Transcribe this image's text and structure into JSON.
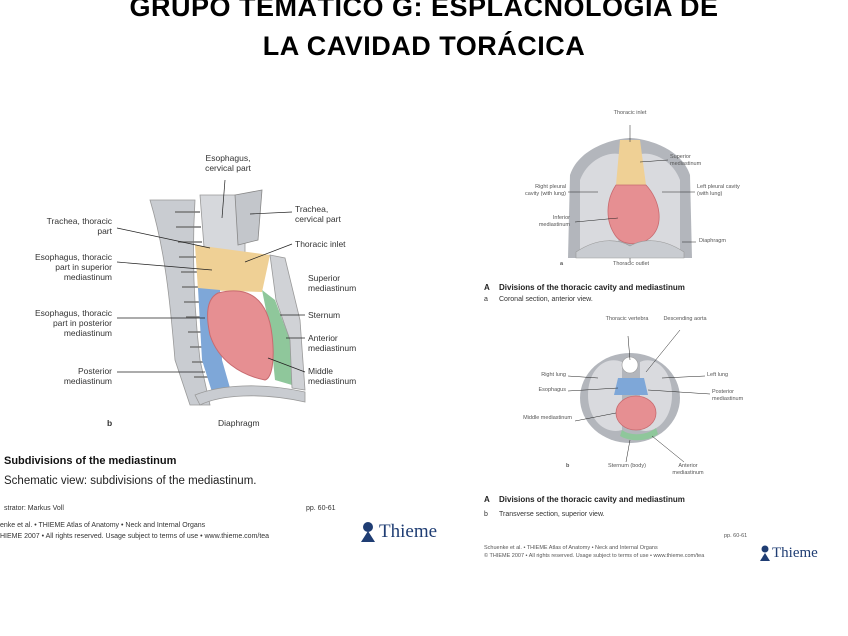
{
  "title": {
    "line1": "GRUPO TEMÁTICO G: ESPLACNOLOGÍA DE",
    "line2": "LA CAVIDAD TORÁCICA"
  },
  "left_figure": {
    "labels": {
      "esophagus_cervical": "Esophagus, cervical part",
      "trachea_thoracic": "Trachea, thoracic part",
      "esophagus_superior": "Esophagus, thoracic part in superior mediastinum",
      "esophagus_posterior": "Esophagus, thoracic part in posterior mediastinum",
      "posterior_mediastinum": "Posterior mediastinum",
      "trachea_cervical": "Trachea, cervical part",
      "thoracic_inlet": "Thoracic inlet",
      "superior_mediastinum": "Superior mediastinum",
      "sternum": "Sternum",
      "anterior_mediastinum": "Anterior mediastinum",
      "middle_mediastinum": "Middle mediastinum",
      "diaphragm": "Diaphragm",
      "panel_letter": "b"
    },
    "caption_title": "Subdivisions of the mediastinum",
    "caption_text": "Schematic view: subdivisions of the mediastinum.",
    "illustrator": "strator: Markus Voll",
    "pages": "pp. 60-61",
    "credit1": "enke et al. • THIEME Atlas of Anatomy • Neck and Internal Organs",
    "credit2": "HIEME 2007 • All rights reserved. Usage subject to terms of use • www.thieme.com/tea",
    "logo": "Thieme"
  },
  "right_top_figure": {
    "labels": {
      "thoracic_inlet": "Thoracic inlet",
      "superior_mediastinum": "Superior mediastinum",
      "right_pleural": "Right pleural cavity (with lung)",
      "left_pleural": "Left pleural cavity (with lung)",
      "inferior_mediastinum": "Inferior mediastinum",
      "diaphragm": "Diaphragm",
      "thoracic_outlet": "Thoracic outlet",
      "panel_letter": "a"
    },
    "caption_title": "Divisions of the thoracic cavity and mediastinum",
    "caption_letter": "A",
    "caption_sub_letter": "a",
    "caption_text": "Coronal section, anterior view."
  },
  "right_bottom_figure": {
    "labels": {
      "thoracic_vertebra": "Thoracic vertebra",
      "descending_aorta": "Descending aorta",
      "right_lung": "Right lung",
      "left_lung": "Left lung",
      "esophagus": "Esophagus",
      "posterior_mediastinum": "Posterior mediastinum",
      "middle_mediastinum": "Middle mediastinum",
      "sternum": "Sternum (body)",
      "anterior_mediastinum": "Anterior mediastinum",
      "panel_letter": "b"
    },
    "caption_letter": "A",
    "caption_title": "Divisions of the thoracic cavity and mediastinum",
    "caption_sub_letter": "b",
    "caption_text": "Transverse section, superior view.",
    "pages": "pp. 60-61",
    "credit1": "Schuenke et al. • THIEME Atlas of Anatomy • Neck and Internal Organs",
    "credit2": "© THIEME 2007 • All rights reserved. Usage subject to terms of use • www.thieme.com/tea",
    "logo": "Thieme"
  },
  "colors": {
    "superior": "#efd095",
    "posterior": "#7ea7d8",
    "middle": "#e68f92",
    "anterior": "#8fc79b",
    "lung": "#d9dade",
    "wall": "#b3b6bc",
    "logo": "#1f3d73"
  }
}
